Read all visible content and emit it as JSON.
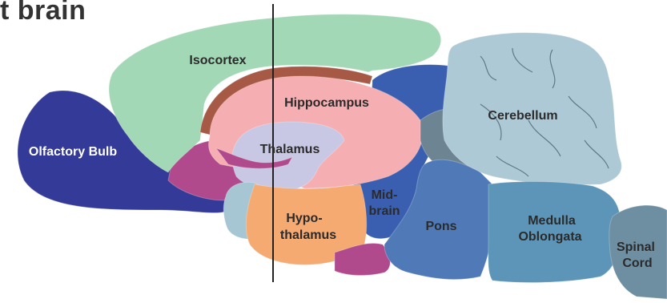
{
  "title": "t brain",
  "colors": {
    "isocortex": "#a3d8b6",
    "olfactory_bulb": "#343a98",
    "hippocampus": "#f5aeb1",
    "thalamus": "#c8c8e4",
    "hypothalamus": "#f5aa72",
    "midbrain": "#3b5fb0",
    "pons": "#4f7ab7",
    "medulla": "#5c95b8",
    "cerebellum": "#aec9d6",
    "spinal_cord": "#6e8fa2",
    "striatum_magenta": "#b04a8c",
    "fiber_brown": "#a65a45",
    "pale_blue": "#a6c6d4",
    "slate": "#6d8592",
    "section_line": "#222222"
  },
  "labels": {
    "isocortex": "Isocortex",
    "hippocampus": "Hippocampus",
    "olfactory_bulb": "Olfactory Bulb",
    "thalamus": "Thalamus",
    "cerebellum": "Cerebellum",
    "midbrain_1": "Mid-",
    "midbrain_2": "brain",
    "hypothalamus_1": "Hypo-",
    "hypothalamus_2": "thalamus",
    "pons": "Pons",
    "medulla_1": "Medulla",
    "medulla_2": "Oblongata",
    "spinal_1": "Spinal",
    "spinal_2": "Cord"
  }
}
